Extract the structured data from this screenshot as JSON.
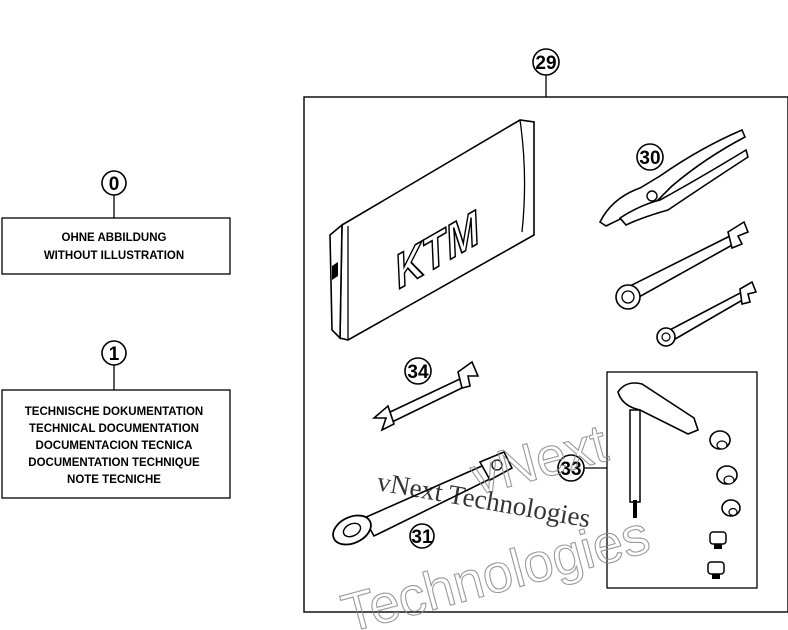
{
  "callouts": {
    "c0": "0",
    "c1": "1",
    "c29": "29",
    "c30": "30",
    "c31": "31",
    "c33": "33",
    "c34": "34"
  },
  "box0": {
    "line1": "OHNE ABBILDUNG",
    "line2": "WITHOUT ILLUSTRATION"
  },
  "box1": {
    "line1": "TECHNISCHE DOKUMENTATION",
    "line2": "TECHNICAL DOCUMENTATION",
    "line3": "DOCUMENTACION TECNICA",
    "line4": "DOCUMENTATION TECHNIQUE",
    "line5": "NOTE TECNICHE"
  },
  "logo": "KTM",
  "watermark": {
    "outline_top": "vNext",
    "serif_text": "vNext Technologies",
    "outline_bottom": "Technologies"
  }
}
